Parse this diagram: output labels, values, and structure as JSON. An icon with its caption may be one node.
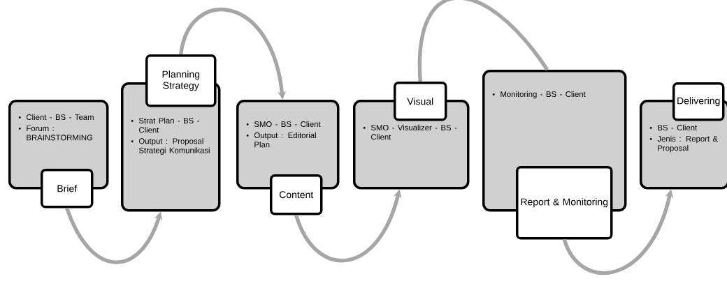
{
  "diagram": {
    "nodes": [
      {
        "text": [
          "Client - BS - Team",
          "Forum : BRAINSTORMING"
        ]
      },
      {
        "text": [
          "Brief"
        ]
      },
      {
        "text": [
          "Strat Plan - BS - Client",
          "Output : Proposal Strategi Komunikasi"
        ]
      },
      {
        "text": [
          "Planning Strategy"
        ]
      },
      {
        "text": [
          "SMO - BS - Client",
          "Output : Editorial Plan"
        ]
      },
      {
        "text": [
          "Content"
        ]
      },
      {
        "text": [
          "SMO - Visualizer - BS - Client"
        ]
      },
      {
        "text": [
          "Visual"
        ]
      },
      {
        "text": [
          "Monitoring - BS - Client"
        ]
      },
      {
        "text": [
          "Report & Monitoring"
        ]
      },
      {
        "text": [
          "BS - Client",
          "Jenis : Report & Proposal"
        ]
      },
      {
        "text": [
          "Delivering"
        ]
      }
    ],
    "edges": [
      {
        "from": 1,
        "to": 2,
        "arrow": "to"
      },
      {
        "from": 3,
        "to": 4,
        "arrow": "to"
      },
      {
        "from": 5,
        "to": 6,
        "arrow": "to"
      },
      {
        "from": 7,
        "to": 8,
        "arrow": "none"
      },
      {
        "from": 9,
        "to": 10,
        "arrow": "to"
      }
    ]
  }
}
